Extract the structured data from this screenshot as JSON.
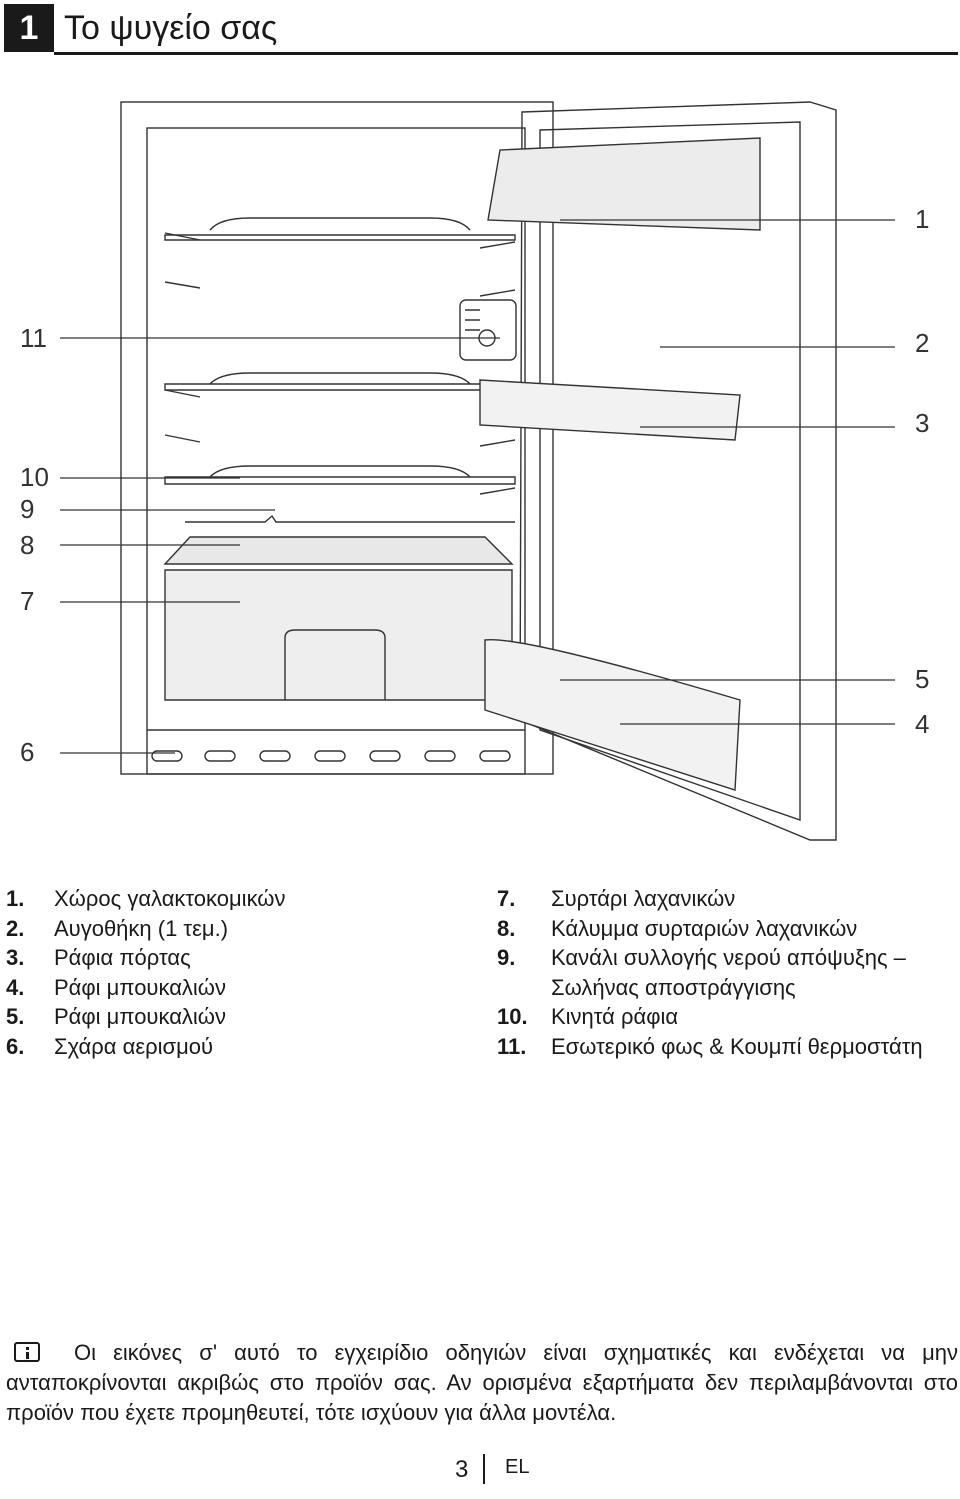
{
  "header": {
    "section_number": "1",
    "title": "Το ψυγείο σας"
  },
  "figure": {
    "callouts": [
      "1",
      "2",
      "3",
      "4",
      "5",
      "6",
      "7",
      "8",
      "9",
      "10",
      "11"
    ]
  },
  "legend": {
    "left": [
      {
        "num": "1.",
        "text": "Χώρος γαλακτοκομικών"
      },
      {
        "num": "2.",
        "text": "Αυγοθήκη (1 τεμ.)"
      },
      {
        "num": "3.",
        "text": "Ράφια πόρτας"
      },
      {
        "num": "4.",
        "text": "Ράφι μπουκαλιών"
      },
      {
        "num": "5.",
        "text": "Ράφι μπουκαλιών"
      },
      {
        "num": "6.",
        "text": "Σχάρα αερισμού"
      }
    ],
    "right": [
      {
        "num": "7.",
        "text": "Συρτάρι λαχανικών"
      },
      {
        "num": "8.",
        "text": "Κάλυμμα συρταριών λαχανικών"
      },
      {
        "num": "9.",
        "text": "Κανάλι συλλογής νερού απόψυξης – Σωλήνας αποστράγγισης"
      },
      {
        "num": "10.",
        "text": "Κινητά ράφια"
      },
      {
        "num": "11.",
        "text": "Εσωτερικό φως & Κουμπί θερμοστάτη"
      }
    ]
  },
  "note": {
    "icon": "info-icon",
    "text": "Οι εικόνες σ' αυτό το εγχειρίδιο οδηγιών είναι σχηματικές και ενδέχεται να μην ανταποκρίνονται ακριβώς στο προϊόν σας. Αν ορισμένα εξαρτήματα δεν περιλαμβάνονται στο προϊόν που έχετε προμηθευτεί, τότε ισχύουν για άλλα μοντέλα."
  },
  "footer": {
    "page": "3",
    "lang": "EL"
  }
}
